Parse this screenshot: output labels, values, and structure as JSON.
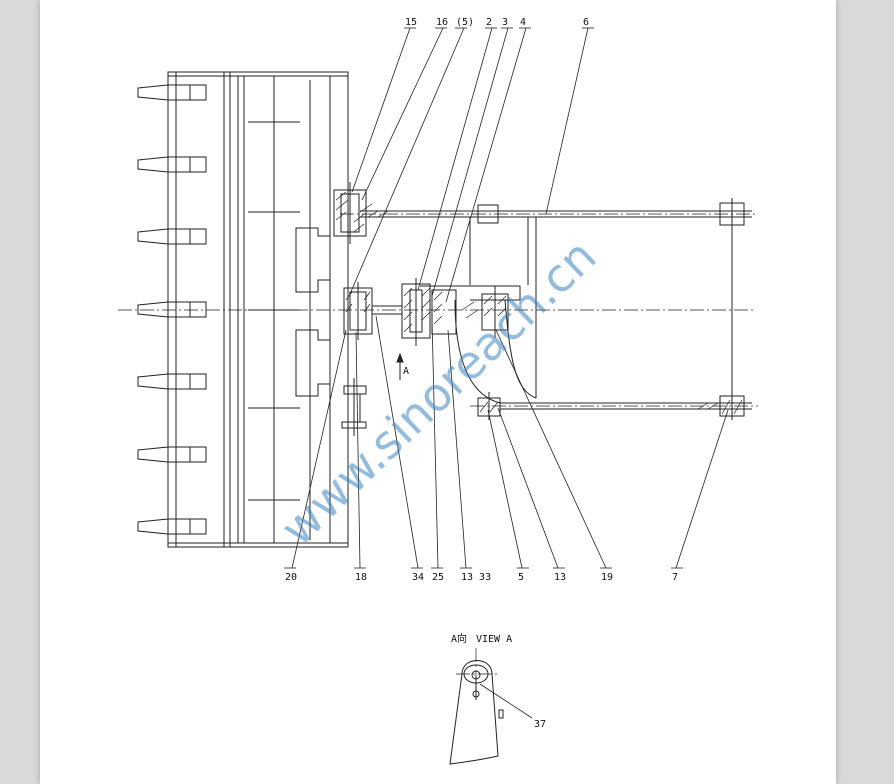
{
  "callouts_top": [
    "15",
    "16",
    "(5)",
    "2",
    "3",
    "4",
    "6"
  ],
  "callouts_bottom": [
    "20",
    "18",
    "34",
    "25",
    "13 33",
    "5",
    "13",
    "19",
    "7"
  ],
  "view_arrow_label": "A",
  "view_caption_left": "A向",
  "view_caption": "VIEW A",
  "view_callout": "37",
  "watermark": "www.sinoreach.cn",
  "colors": {
    "line": "#222222",
    "watermark": "#3b84c4",
    "page": "#ffffff",
    "backdrop": "#d9d9d9"
  }
}
